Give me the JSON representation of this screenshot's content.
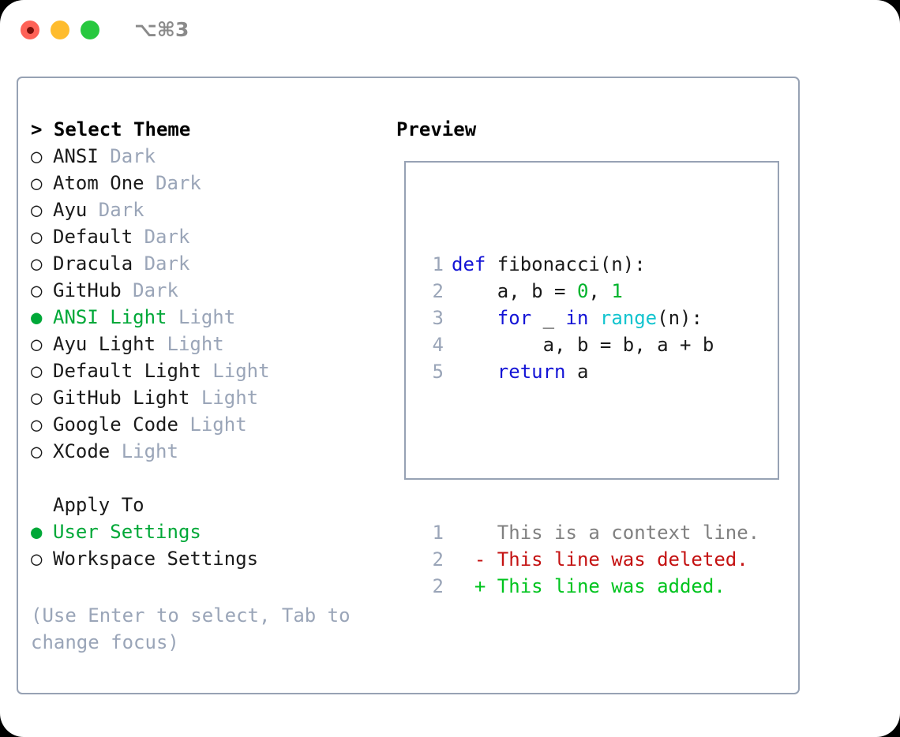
{
  "titlebar": {
    "shortcut": "⌥⌘3",
    "lights": [
      {
        "name": "close",
        "color": "#fe6257"
      },
      {
        "name": "minimize",
        "color": "#febc2e"
      },
      {
        "name": "maximize",
        "color": "#28c83f"
      }
    ]
  },
  "theme_picker": {
    "heading": "> Select Theme",
    "marker_selected": "●",
    "marker_unselected": "○",
    "items": [
      {
        "name": "ANSI",
        "variant": "Dark",
        "selected": false
      },
      {
        "name": "Atom One",
        "variant": "Dark",
        "selected": false
      },
      {
        "name": "Ayu",
        "variant": "Dark",
        "selected": false
      },
      {
        "name": "Default",
        "variant": "Dark",
        "selected": false
      },
      {
        "name": "Dracula",
        "variant": "Dark",
        "selected": false
      },
      {
        "name": "GitHub",
        "variant": "Dark",
        "selected": false
      },
      {
        "name": "ANSI Light",
        "variant": "Light",
        "selected": true
      },
      {
        "name": "Ayu Light",
        "variant": "Light",
        "selected": false
      },
      {
        "name": "Default Light",
        "variant": "Light",
        "selected": false
      },
      {
        "name": "GitHub Light",
        "variant": "Light",
        "selected": false
      },
      {
        "name": "Google Code",
        "variant": "Light",
        "selected": false
      },
      {
        "name": "XCode",
        "variant": "Light",
        "selected": false
      }
    ]
  },
  "apply_to": {
    "heading": "Apply To",
    "items": [
      {
        "name": "User Settings",
        "selected": true
      },
      {
        "name": "Workspace Settings",
        "selected": false
      }
    ]
  },
  "hint": "(Use Enter to select, Tab to change focus)",
  "preview": {
    "title": "Preview",
    "code_lines": [
      {
        "num": "1",
        "tokens": [
          {
            "t": "def ",
            "c": "kw"
          },
          {
            "t": "fibonacci(n):",
            "c": "id"
          }
        ]
      },
      {
        "num": "2",
        "tokens": [
          {
            "t": "    a, b = ",
            "c": "id"
          },
          {
            "t": "0",
            "c": "num"
          },
          {
            "t": ", ",
            "c": "id"
          },
          {
            "t": "1",
            "c": "num"
          }
        ]
      },
      {
        "num": "3",
        "tokens": [
          {
            "t": "    for",
            "c": "kw"
          },
          {
            "t": " _ ",
            "c": "id"
          },
          {
            "t": "in ",
            "c": "kw"
          },
          {
            "t": "range",
            "c": "bi"
          },
          {
            "t": "(n):",
            "c": "id"
          }
        ]
      },
      {
        "num": "4",
        "tokens": [
          {
            "t": "        a, b = b, a + b",
            "c": "id"
          }
        ]
      },
      {
        "num": "5",
        "tokens": [
          {
            "t": "    return",
            "c": "kw"
          },
          {
            "t": " a",
            "c": "id"
          }
        ]
      }
    ],
    "diff_lines": [
      {
        "num": "1",
        "sign": " ",
        "text": " This is a context line.",
        "kind": "ctx"
      },
      {
        "num": "2",
        "sign": "-",
        "text": " This line was deleted.",
        "kind": "del"
      },
      {
        "num": "2",
        "sign": "+",
        "text": " This line was added.",
        "kind": "add"
      }
    ]
  },
  "colors": {
    "border": "#97a2b4",
    "muted": "#9aa5b8",
    "accent_green": "#00a838",
    "keyword": "#1414d6",
    "builtin": "#12c4cf",
    "number": "#00b32c",
    "diff_deleted": "#c41212",
    "diff_added": "#00c41e"
  }
}
